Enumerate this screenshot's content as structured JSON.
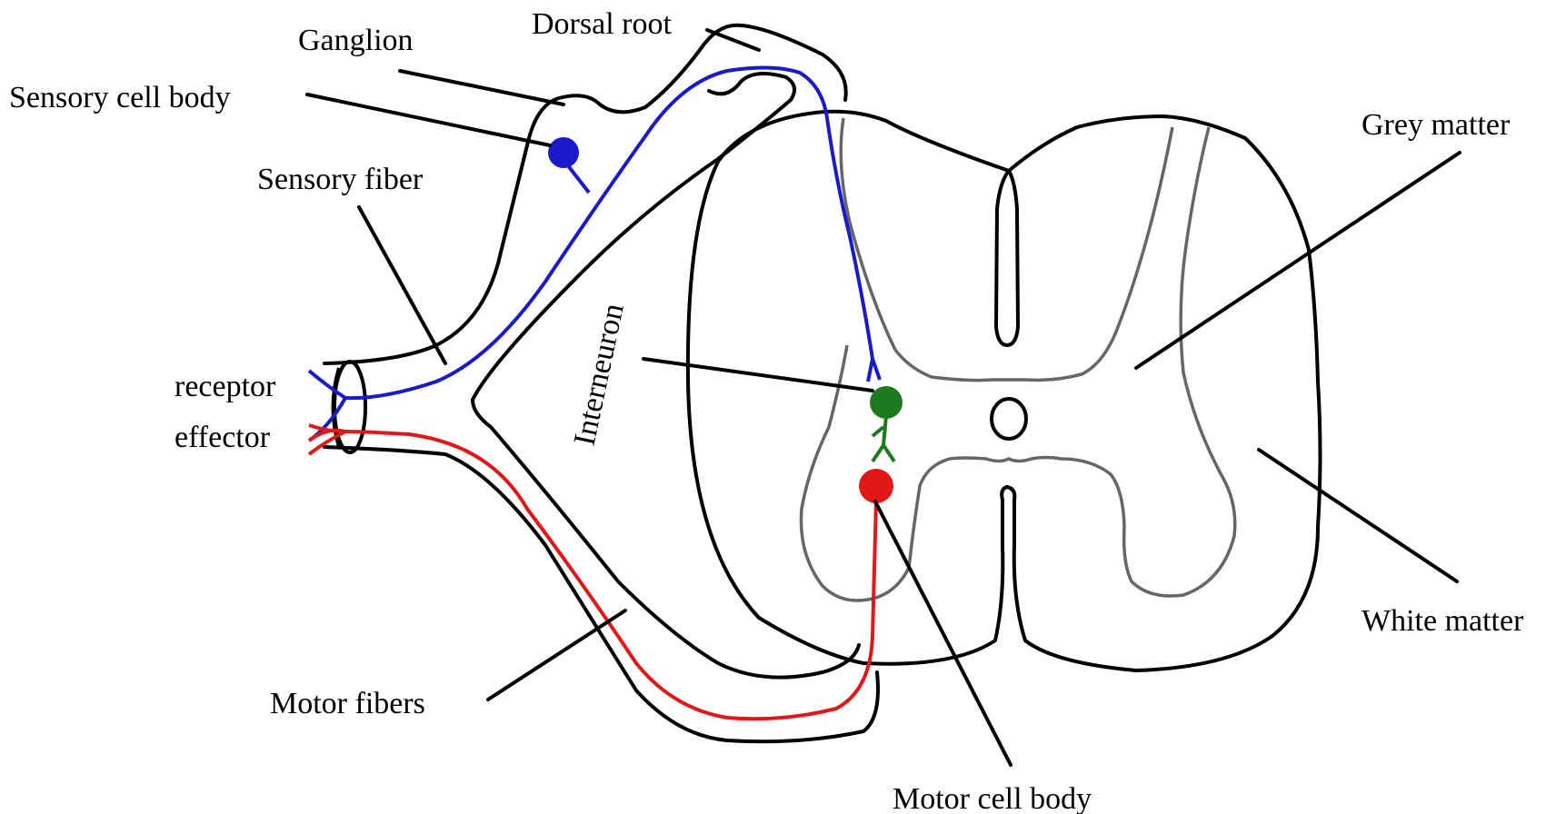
{
  "labels": {
    "ganglion": "Ganglion",
    "dorsal_root": "Dorsal root",
    "sensory_cell_body": "Sensory cell body",
    "sensory_fiber": "Sensory fiber",
    "receptor": "receptor",
    "effector": "effector",
    "interneuron": "Interneuron",
    "grey_matter": "Grey matter",
    "white_matter": "White matter",
    "motor_fibers": "Motor fibers",
    "motor_cell_body": "Motor cell body"
  },
  "colors": {
    "outline": "#000000",
    "grey_matter": "#666666",
    "sensory_neuron": "#1a1acc",
    "interneuron": "#1e7a1e",
    "motor_neuron": "#e01818"
  }
}
